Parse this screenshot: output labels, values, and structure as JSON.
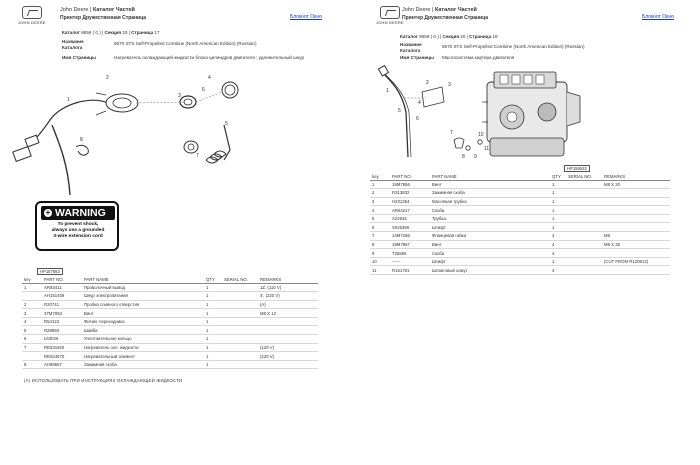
{
  "left": {
    "header": {
      "brand": "John Deere",
      "title": "Каталог Частей",
      "subtitle": "Принтер Дружественная Страница",
      "link": "Блокнот Окно"
    },
    "meta": {
      "catalog_prefix": "Каталог",
      "catalog_num": "9659 ( 0 )",
      "section_prefix": "Секция",
      "section_num": "20",
      "page_prefix": "Страница",
      "page_num": "17",
      "catalog_name_label": "Название Каталога",
      "catalog_name": "9570 STS Self-Propelled Combine (North American Edition) (Russian)",
      "page_name_label": "Имя Страницы",
      "page_name": "Нагреватель охлаждающей жидкости блока цилиндров двигателя : удлинительный шнур"
    },
    "figure_tag": "HP157683",
    "warning": {
      "title": "WARNING",
      "line1": "To prevent shock,",
      "line2": "always use a grounded",
      "line3": "3-wire extension cord"
    },
    "callouts": [
      "1",
      "2",
      "3",
      "4",
      "5",
      "6",
      "7",
      "8"
    ],
    "table": {
      "headers": [
        "key",
        "PART NO.",
        "PART NAME",
        "QTY",
        "SERIAL NO.",
        "REMARKS"
      ],
      "rows": [
        [
          "1",
          "AR93411",
          "Проволочный вывод",
          "1",
          "",
          "1Z, (110 V)"
        ],
        [
          "",
          "AH151459",
          "Шнур электропитания",
          "1",
          "",
          "4', (220 V)"
        ],
        [
          "2",
          "R20741",
          "Пробка сливного отверстия",
          "1",
          "",
          "(A)"
        ],
        [
          "3",
          "37M7063",
          "Винт",
          "1",
          "",
          "M8 X 12"
        ],
        [
          "4",
          "R54123",
          "Фитинг переходника",
          "1",
          "",
          ""
        ],
        [
          "5",
          "R28993",
          "Шайба",
          "1",
          "",
          ""
        ],
        [
          "6",
          "L63026",
          "Уплотнительное кольцо",
          "1",
          "",
          ""
        ],
        [
          "7",
          "RE531920",
          "Нагреватель охл. жидкости",
          "1",
          "",
          "(120 V)"
        ],
        [
          "",
          "RE524670",
          "Нагревательный элемент",
          "1",
          "",
          "(220 V)"
        ],
        [
          "8",
          "AH89557",
          "Зажимная скоба",
          "1",
          "",
          ""
        ]
      ]
    },
    "footnote": "(A) ИСПОЛЬЗОВАТЬ ПРИ ИНСТРУКЦИЯХ ОХЛАЖДАЮЩЕЙ ЖИДКОСТИ"
  },
  "right": {
    "header": {
      "brand": "John Deere",
      "title": "Каталог Частей",
      "subtitle": "Принтер Дружественная Страница",
      "link": "Блокнот Окно"
    },
    "meta": {
      "catalog_prefix": "Каталог",
      "catalog_num": "9659 ( 0 )",
      "section_prefix": "Секция",
      "section_num": "20",
      "page_prefix": "Страница",
      "page_num": "18",
      "catalog_name_label": "Название Каталога",
      "catalog_name": "9570 STS Self-Propelled Combine (North American Edition) (Russian)",
      "page_name_label": "Имя Страницы",
      "page_name": "Маслосистема картера двигателя"
    },
    "figure_tag": "HP156532",
    "callouts": [
      "1",
      "2",
      "3",
      "4",
      "5",
      "6",
      "7",
      "8",
      "9",
      "10",
      "11"
    ],
    "table": {
      "headers": [
        "key",
        "PART NO.",
        "PART NAME",
        "QTY",
        "SERIAL NO.",
        "REMARKS"
      ],
      "rows": [
        [
          "1",
          "19M7866",
          "Винт",
          "1",
          "",
          "M8 X 20"
        ],
        [
          "2",
          "R313832",
          "Зажимная скоба",
          "1",
          "",
          ""
        ],
        [
          "3",
          "H231354",
          "Масляная трубка",
          "1",
          "",
          ""
        ],
        [
          "4",
          "AR64217",
          "Скоба",
          "1",
          "",
          ""
        ],
        [
          "5",
          "A24915",
          "Трубка",
          "1",
          "",
          ""
        ],
        [
          "6",
          "V026396",
          "Штифт",
          "1",
          "",
          ""
        ],
        [
          "7",
          "14M7286",
          "Фланцевая гайка",
          "4",
          "",
          "M6"
        ],
        [
          "8",
          "19M7867",
          "Винт",
          "4",
          "",
          "M8 X 25"
        ],
        [
          "9",
          "T26555",
          "Скоба",
          "4",
          "",
          ""
        ],
        [
          "10",
          "------",
          "Штифт",
          "1",
          "",
          "(CUT FROM R120813)"
        ],
        [
          "11",
          "R161781",
          "Шланговый хомут",
          "4",
          "",
          ""
        ]
      ]
    }
  }
}
